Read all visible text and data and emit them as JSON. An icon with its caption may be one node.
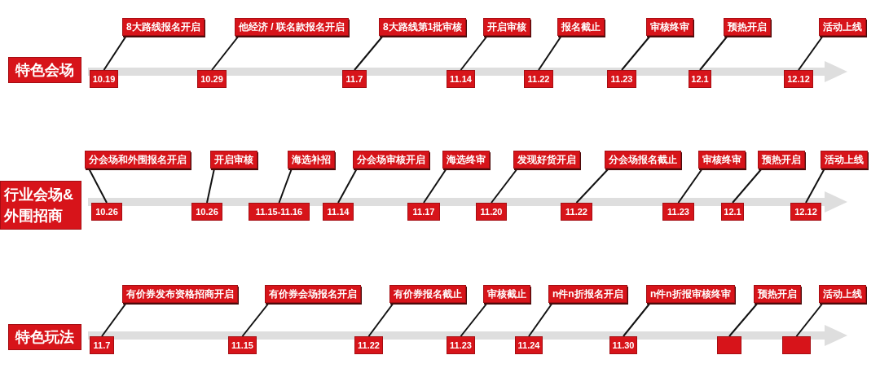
{
  "diagram": {
    "nodes": [
      {
        "text": [
          "特色会场"
        ]
      },
      {
        "text": [
          "8大路线报名开启"
        ]
      },
      {
        "text": [
          "10.19"
        ]
      },
      {
        "text": [
          "他经济 / 联名款报名开启"
        ]
      },
      {
        "text": [
          "10.29"
        ]
      },
      {
        "text": [
          "8大路线第1批审核"
        ]
      },
      {
        "text": [
          "11.7"
        ]
      },
      {
        "text": [
          "开启审核"
        ]
      },
      {
        "text": [
          "11.14"
        ]
      },
      {
        "text": [
          "报名截止"
        ]
      },
      {
        "text": [
          "11.22"
        ]
      },
      {
        "text": [
          "审核终审"
        ]
      },
      {
        "text": [
          "11.23"
        ]
      },
      {
        "text": [
          "预热开启"
        ]
      },
      {
        "text": [
          "12.1"
        ]
      },
      {
        "text": [
          "活动上线"
        ]
      },
      {
        "text": [
          "12.12"
        ]
      },
      {
        "text": [
          "行业会场&外围招商"
        ]
      },
      {
        "text": [
          "分会场和外围报名开启"
        ]
      },
      {
        "text": [
          "10.26"
        ]
      },
      {
        "text": [
          "开启审核"
        ]
      },
      {
        "text": [
          "10.26"
        ]
      },
      {
        "text": [
          "海选补招"
        ]
      },
      {
        "text": [
          "11.15-11.16"
        ]
      },
      {
        "text": [
          "分会场审核开启"
        ]
      },
      {
        "text": [
          "11.14"
        ]
      },
      {
        "text": [
          "海选终审"
        ]
      },
      {
        "text": [
          "11.17"
        ]
      },
      {
        "text": [
          "发现好货开启"
        ]
      },
      {
        "text": [
          "11.20"
        ]
      },
      {
        "text": [
          "分会场报名截止"
        ]
      },
      {
        "text": [
          "11.22"
        ]
      },
      {
        "text": [
          "审核终审"
        ]
      },
      {
        "text": [
          "11.23"
        ]
      },
      {
        "text": [
          "预热开启"
        ]
      },
      {
        "text": [
          "12.1"
        ]
      },
      {
        "text": [
          "活动上线"
        ]
      },
      {
        "text": [
          "12.12"
        ]
      },
      {
        "text": [
          "特色玩法"
        ]
      },
      {
        "text": [
          "有价券发布资格招商开启"
        ]
      },
      {
        "text": [
          "11.7"
        ]
      },
      {
        "text": [
          "有价券会场报名开启"
        ]
      },
      {
        "text": [
          "11.15"
        ]
      },
      {
        "text": [
          "有价券报名截止"
        ]
      },
      {
        "text": [
          "11.22"
        ]
      },
      {
        "text": [
          "审核截止"
        ]
      },
      {
        "text": [
          "11.23"
        ]
      },
      {
        "text": [
          "n件n折报名开启"
        ]
      },
      {
        "text": [
          "11.24"
        ]
      },
      {
        "text": [
          "n件n折报审核终审"
        ]
      },
      {
        "text": [
          "11.30"
        ]
      },
      {
        "text": [
          "预热开启"
        ]
      },
      {
        "text": [],
        "shape": "box"
      },
      {
        "text": [
          "活动上线"
        ]
      },
      {
        "text": [],
        "shape": "box"
      }
    ],
    "edges": [
      {
        "from": 1,
        "to": 2,
        "arrow": "none"
      },
      {
        "from": 3,
        "to": 4,
        "arrow": "none"
      },
      {
        "from": 5,
        "to": 6,
        "arrow": "none"
      },
      {
        "from": 7,
        "to": 8,
        "arrow": "none"
      },
      {
        "from": 9,
        "to": 10,
        "arrow": "none"
      },
      {
        "from": 11,
        "to": 12,
        "arrow": "none"
      },
      {
        "from": 13,
        "to": 14,
        "arrow": "none"
      },
      {
        "from": 15,
        "to": 16,
        "arrow": "none"
      },
      {
        "from": 18,
        "to": 19,
        "arrow": "none"
      },
      {
        "from": 20,
        "to": 21,
        "arrow": "none"
      },
      {
        "from": 22,
        "to": 23,
        "arrow": "none"
      },
      {
        "from": 24,
        "to": 25,
        "arrow": "none"
      },
      {
        "from": 26,
        "to": 27,
        "arrow": "none"
      },
      {
        "from": 28,
        "to": 29,
        "arrow": "none"
      },
      {
        "from": 30,
        "to": 31,
        "arrow": "none"
      },
      {
        "from": 32,
        "to": 33,
        "arrow": "none"
      },
      {
        "from": 34,
        "to": 35,
        "arrow": "none"
      },
      {
        "from": 36,
        "to": 37,
        "arrow": "none"
      },
      {
        "from": 39,
        "to": 40,
        "arrow": "none"
      },
      {
        "from": 41,
        "to": 42,
        "arrow": "none"
      },
      {
        "from": 43,
        "to": 44,
        "arrow": "none"
      },
      {
        "from": 45,
        "to": 46,
        "arrow": "none"
      },
      {
        "from": 47,
        "to": 48,
        "arrow": "none"
      },
      {
        "from": 49,
        "to": 50,
        "arrow": "none"
      },
      {
        "from": 51,
        "to": 52,
        "arrow": "none"
      },
      {
        "from": 53,
        "to": 54,
        "arrow": "none"
      }
    ]
  }
}
